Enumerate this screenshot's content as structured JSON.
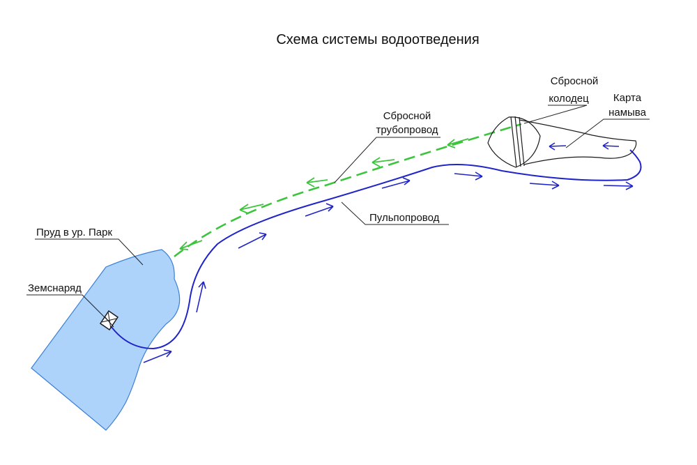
{
  "title": "Схема системы водоотведения",
  "labels": {
    "pond": "Пруд в ур. Парк",
    "dredger": "Земснаряд",
    "discharge_pipe_line1": "Сбросной",
    "discharge_pipe_line2": "трубопровод",
    "discharge_well_line1": "Сбросной",
    "discharge_well_line2": "колодец",
    "alluvium_map_line1": "Карта",
    "alluvium_map_line2": "намыва",
    "slurry_pipe": "Пульпопровод"
  },
  "colors": {
    "pond_fill": "#aed3fb",
    "pond_stroke": "#3a7fd5",
    "slurry_pipe": "#1f24c8",
    "discharge_pipe": "#3cc43c",
    "outline": "#1a1a1a"
  }
}
